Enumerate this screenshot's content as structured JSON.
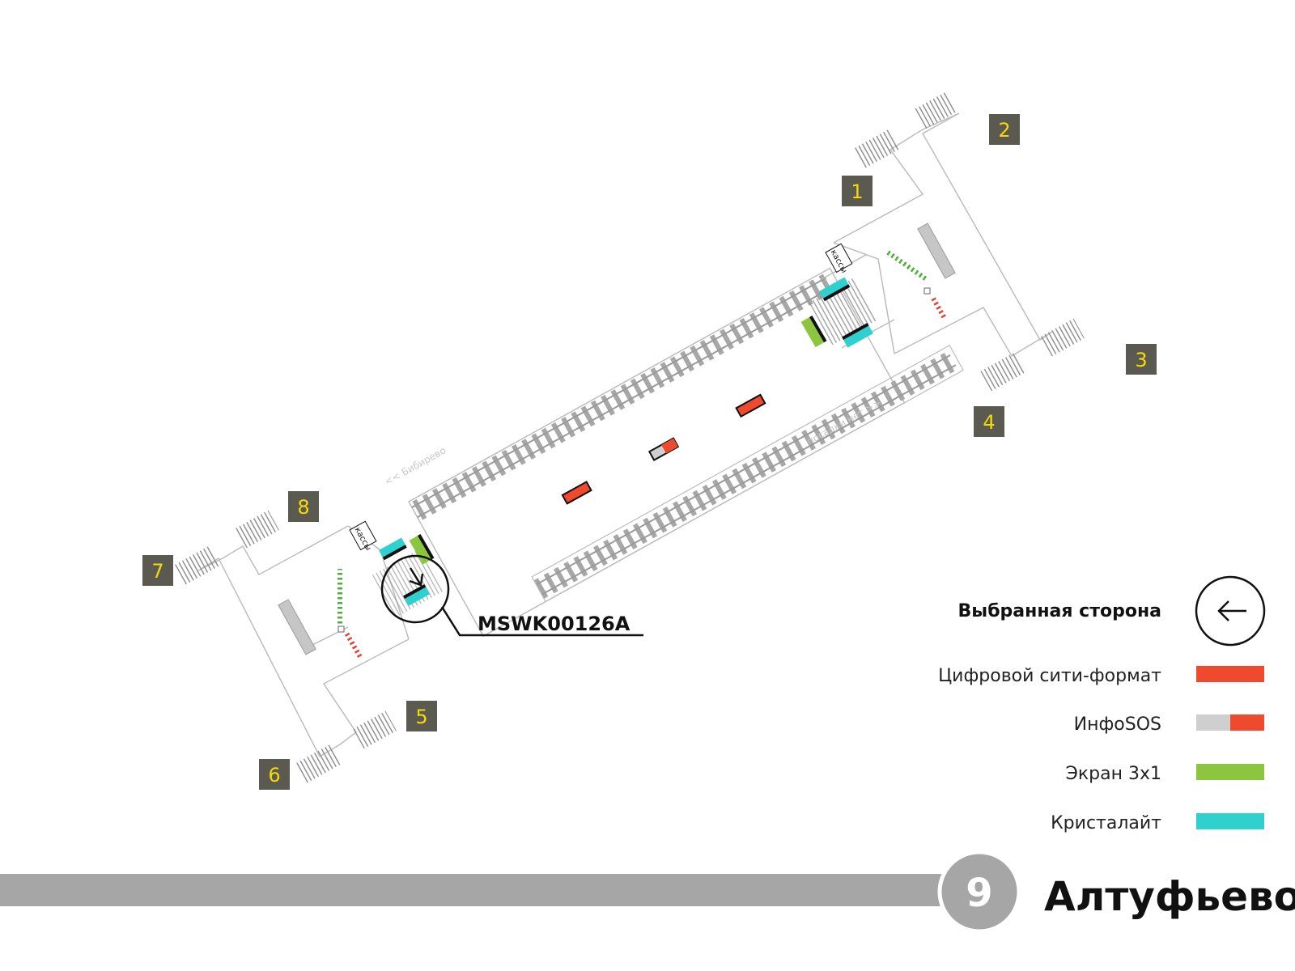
{
  "colors": {
    "digital_city_format": "#f04a2e",
    "infosos_gray": "#cfcfcf",
    "infosos_red": "#f04a2e",
    "screen_3x1": "#8cc63e",
    "crystalight": "#2ed1cd",
    "exit_badge": "#5a5a50",
    "exit_text": "#f5d90a",
    "line_gray": "#a6a6a6"
  },
  "exits": [
    "1",
    "2",
    "3",
    "4",
    "5",
    "6",
    "7",
    "8"
  ],
  "platform": {
    "direction_left": "<< Бибирево",
    "direction_right": "посадки нет >>"
  },
  "ticket_office_label": "кассы",
  "selected_device": {
    "code": "MSWK00126A"
  },
  "legend": {
    "title": "Выбранная сторона",
    "items": [
      {
        "label": "Цифровой сити-формат",
        "color": "#f04a2e"
      },
      {
        "label": "ИнфоSOS",
        "color": "#cfcfcf",
        "color2": "#f04a2e"
      },
      {
        "label": "Экран 3х1",
        "color": "#8cc63e"
      },
      {
        "label": "Кристалайт",
        "color": "#2ed1cd"
      }
    ]
  },
  "station": {
    "line_number": "9",
    "name": "Алтуфьево"
  }
}
